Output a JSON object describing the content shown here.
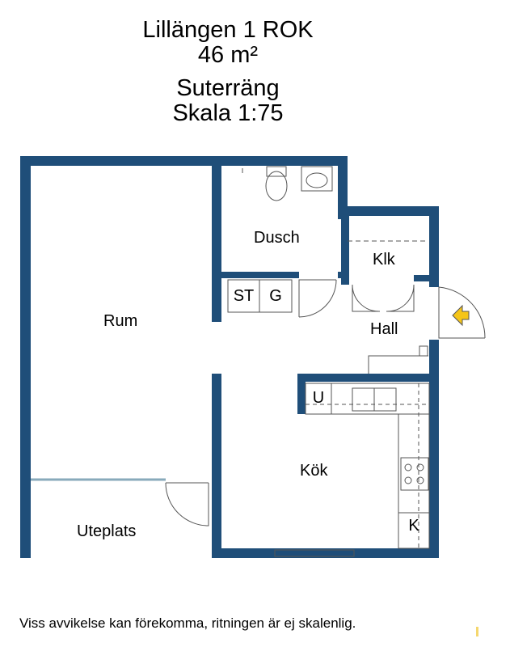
{
  "header": {
    "name": "Lillängen 1 ROK",
    "area": "46 m²",
    "level": "Suterräng",
    "scale": "Skala 1:75"
  },
  "rooms": {
    "rum": "Rum",
    "dusch": "Dusch",
    "klk": "Klk",
    "hall": "Hall",
    "kok": "Kök",
    "uteplats": "Uteplats"
  },
  "fixtures": {
    "st": "ST",
    "g": "G",
    "u": "U",
    "k": "K"
  },
  "footer": {
    "disclaimer": "Viss avvikelse kan förekomma, ritningen är ej skalenlig."
  },
  "colors": {
    "wall": "#1f4e79",
    "entrance_arrow": "#f5c518",
    "line": "#555555"
  }
}
